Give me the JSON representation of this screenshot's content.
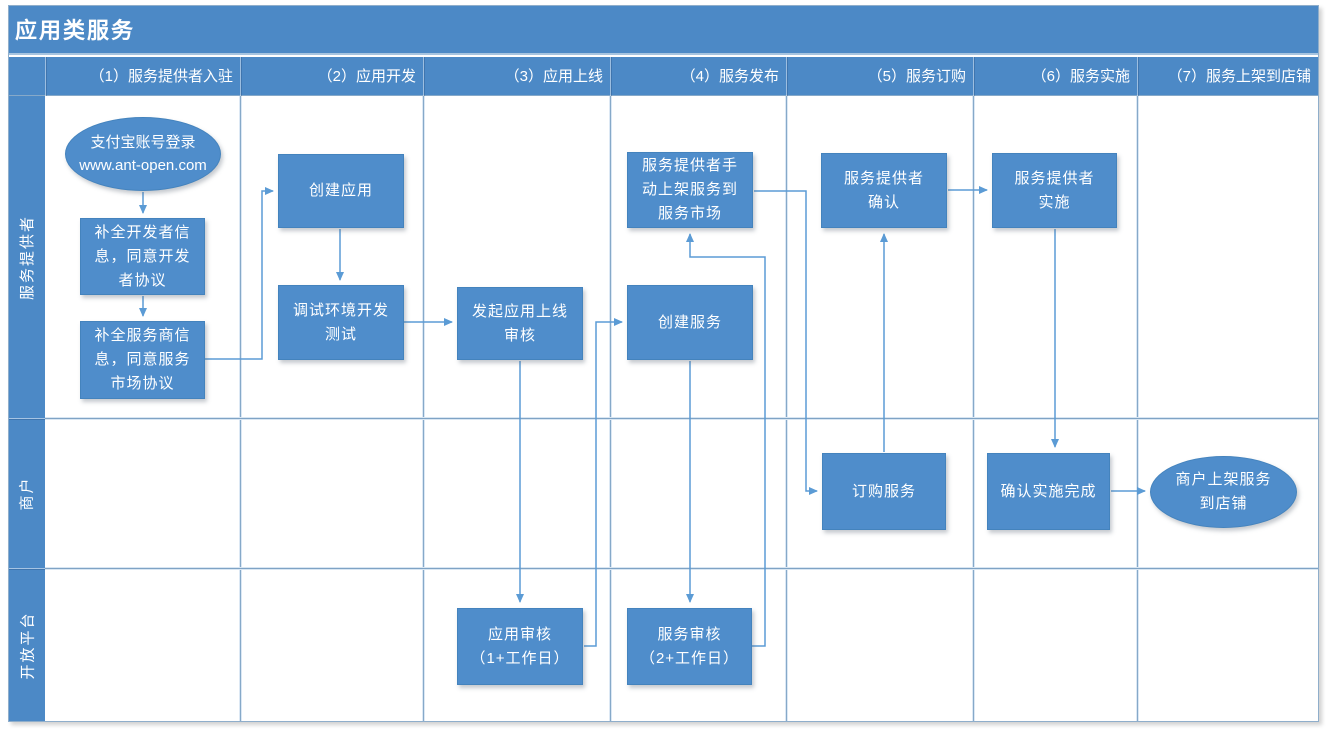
{
  "title": "应用类服务",
  "columns": [
    {
      "label": "（1）服务提供者入驻"
    },
    {
      "label": "（2）应用开发"
    },
    {
      "label": "（3）应用上线"
    },
    {
      "label": "（4）服务发布"
    },
    {
      "label": "（5）服务订购"
    },
    {
      "label": "（6）服务实施"
    },
    {
      "label": "（7）服务上架到店铺"
    }
  ],
  "lanes": [
    "服务提供者",
    "商户",
    "开放平台"
  ],
  "nodes": {
    "alipayLogin": {
      "shape": "ellipse",
      "text": "支付宝账号登录\nwww.ant-open.com"
    },
    "completeDevInfo": {
      "shape": "rect",
      "text": "补全开发者信\n息，同意开发\n者协议"
    },
    "completeSpInfo": {
      "shape": "rect",
      "text": "补全服务商信\n息，同意服务\n市场协议"
    },
    "createApp": {
      "shape": "rect",
      "text": "创建应用"
    },
    "debugTest": {
      "shape": "rect",
      "text": "调试环境开发\n测试"
    },
    "launchReview": {
      "shape": "rect",
      "text": "发起应用上线\n审核"
    },
    "createService": {
      "shape": "rect",
      "text": "创建服务"
    },
    "manualList": {
      "shape": "rect",
      "text": "服务提供者手\n动上架服务到\n服务市场"
    },
    "spConfirm": {
      "shape": "rect",
      "text": "服务提供者\n确认"
    },
    "spImplement": {
      "shape": "rect",
      "text": "服务提供者\n实施"
    },
    "orderService": {
      "shape": "rect",
      "text": "订购服务"
    },
    "confirmImpl": {
      "shape": "rect",
      "text": "确认实施完成"
    },
    "merchantShelf": {
      "shape": "ellipse",
      "text": "商户上架服务\n到店铺"
    },
    "appReview": {
      "shape": "rect",
      "text": "应用审核\n（1+工作日）"
    },
    "serviceReview": {
      "shape": "rect",
      "text": "服务审核\n（2+工作日）"
    }
  },
  "colors": {
    "band": "#4C89C6",
    "node_fill": "#4F8DCB",
    "connector": "#5B9BD5",
    "grid_line": "#86A9C9",
    "text": "#FFFFFF",
    "background": "#FFFFFF"
  }
}
